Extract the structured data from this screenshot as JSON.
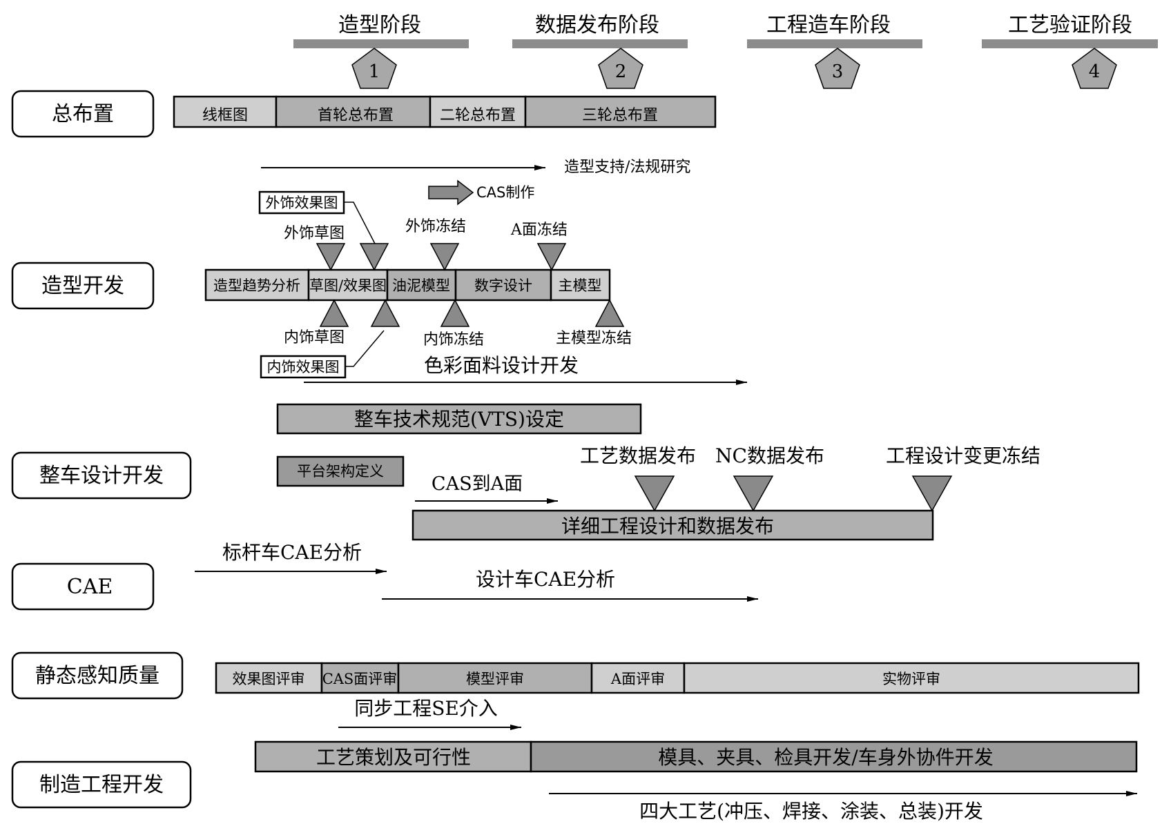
{
  "phases": [
    {
      "title": "造型阶段",
      "num": "1"
    },
    {
      "title": "数据发布阶段",
      "num": "2"
    },
    {
      "title": "工程造车阶段",
      "num": "3"
    },
    {
      "title": "工艺验证阶段",
      "num": "4"
    }
  ],
  "rows": [
    {
      "label": "总布置"
    },
    {
      "label": "造型开发"
    },
    {
      "label": "整车设计开发"
    },
    {
      "label": "CAE"
    },
    {
      "label": "静态感知质量"
    },
    {
      "label": "制造工程开发"
    }
  ],
  "layout_bars": [
    "线框图",
    "首轮总布置",
    "二轮总布置",
    "三轮总布置"
  ],
  "styling": {
    "support_arrow": "造型支持/法规研究",
    "cas_arrow": "CAS制作",
    "ext_render_box": "外饰效果图",
    "int_render_box": "内饰效果图",
    "bars": [
      "造型趋势分析",
      "草图/效果图",
      "油泥模型",
      "数字设计",
      "主模型"
    ],
    "top_milestones": [
      "外饰草图",
      "外饰冻结",
      "A面冻结"
    ],
    "bottom_milestones": [
      "内饰草图",
      "内饰冻结",
      "主模型冻结"
    ],
    "color_arrow": "色彩面料设计开发"
  },
  "vehicle": {
    "vts": "整车技术规范(VTS)设定",
    "platform": "平台架构定义",
    "cas_to_a": "CAS到A面",
    "detail": "详细工程设计和数据发布",
    "milestones": [
      "工艺数据发布",
      "NC数据发布",
      "工程设计变更冻结"
    ]
  },
  "cae": {
    "benchmark": "标杆车CAE分析",
    "design": "设计车CAE分析"
  },
  "quality": {
    "bars": [
      "效果图评审",
      "CAS面评审",
      "模型评审",
      "A面评审",
      "实物评审"
    ],
    "se": "同步工程SE介入"
  },
  "mfg": {
    "plan": "工艺策划及可行性",
    "tooling": "模具、夹具、检具开发/车身外协件开发",
    "four": "四大工艺(冲压、焊接、涂装、总装)开发"
  },
  "colors": {
    "bar_light": "#cfcfcf",
    "bar_mid": "#b0b0b0",
    "bar_dark": "#9a9a9a",
    "marker": "#8a8a8a",
    "phase_bar": "#8c8c8c",
    "stroke": "#000000"
  }
}
